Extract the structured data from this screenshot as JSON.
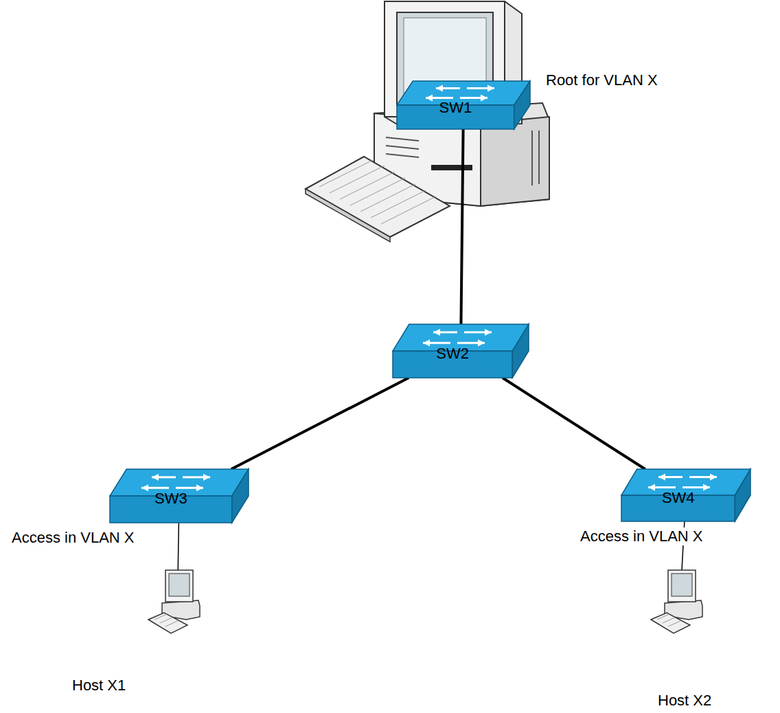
{
  "diagram": {
    "nodes": [
      {
        "text": [
          "SW1"
        ]
      },
      {
        "text": [
          "SW2"
        ]
      },
      {
        "text": [
          "SW3"
        ]
      },
      {
        "text": [
          "SW4"
        ]
      },
      {
        "text": [
          "Host X1"
        ]
      },
      {
        "text": [
          "Host X2"
        ]
      }
    ],
    "edges": [
      {
        "from": 0,
        "to": 1,
        "arrow": "none"
      },
      {
        "from": 1,
        "to": 2,
        "arrow": "none"
      },
      {
        "from": 1,
        "to": 3,
        "arrow": "none"
      },
      {
        "from": 2,
        "to": 4,
        "label": "Access in VLAN X",
        "arrow": "none"
      },
      {
        "from": 3,
        "to": 5,
        "label": "Access in VLAN X",
        "arrow": "none"
      }
    ],
    "labels": [
      "Root for VLAN X"
    ]
  }
}
